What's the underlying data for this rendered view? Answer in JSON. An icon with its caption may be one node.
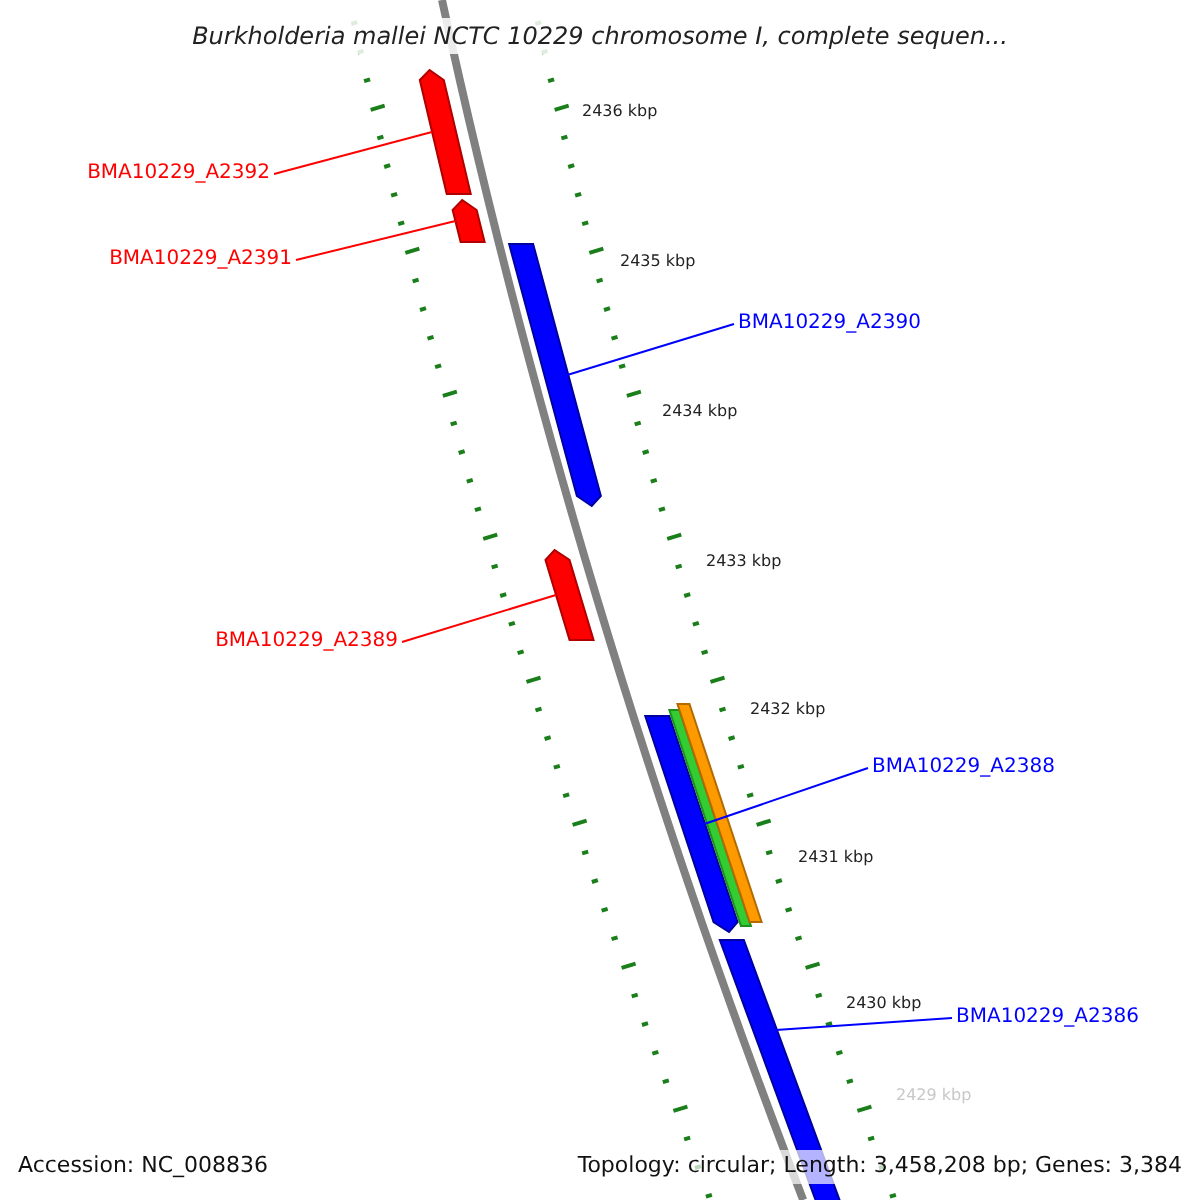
{
  "diagram": {
    "title": "Burkholderia mallei NCTC 10229 chromosome I, complete sequen...",
    "nodes": [
      {
        "text": [
          "BMA10229_A2392"
        ]
      },
      {
        "text": [],
        "shape": "bar"
      },
      {
        "text": [
          "BMA10229_A2391"
        ]
      },
      {
        "text": [],
        "shape": "bar"
      },
      {
        "text": [],
        "shape": "bar"
      },
      {
        "text": [
          "BMA10229_A2390"
        ]
      },
      {
        "text": [],
        "shape": "bar"
      },
      {
        "text": [
          "BMA10229_A2389"
        ]
      },
      {
        "text": [],
        "shape": "bar"
      },
      {
        "text": [],
        "shape": "bar"
      },
      {
        "text": [],
        "shape": "bar"
      },
      {
        "text": [
          "BMA10229_A2388"
        ]
      },
      {
        "text": [],
        "shape": "bar"
      },
      {
        "text": [
          "BMA10229_A2386"
        ]
      }
    ],
    "edges": [
      {
        "from": 0,
        "to": 1,
        "arrow": "none",
        "color": "#ff0000"
      },
      {
        "from": 2,
        "to": 3,
        "arrow": "none",
        "color": "#ff0000"
      },
      {
        "from": 5,
        "to": 4,
        "arrow": "none",
        "color": "#0000ff"
      },
      {
        "from": 7,
        "to": 6,
        "arrow": "none",
        "color": "#ff0000"
      },
      {
        "from": 11,
        "to": 8,
        "arrow": "none",
        "color": "#0000ff"
      },
      {
        "from": 13,
        "to": 12,
        "arrow": "none",
        "color": "#0000ff"
      }
    ],
    "labels": [
      "2436 kbp",
      "2435 kbp",
      "2434 kbp",
      "2433 kbp",
      "2432 kbp",
      "2431 kbp",
      "2430 kbp",
      "2429 kbp",
      "Accession: NC_008836",
      "Topology: circular; Length: 3,458,208 bp; Genes: 3,384"
    ]
  }
}
